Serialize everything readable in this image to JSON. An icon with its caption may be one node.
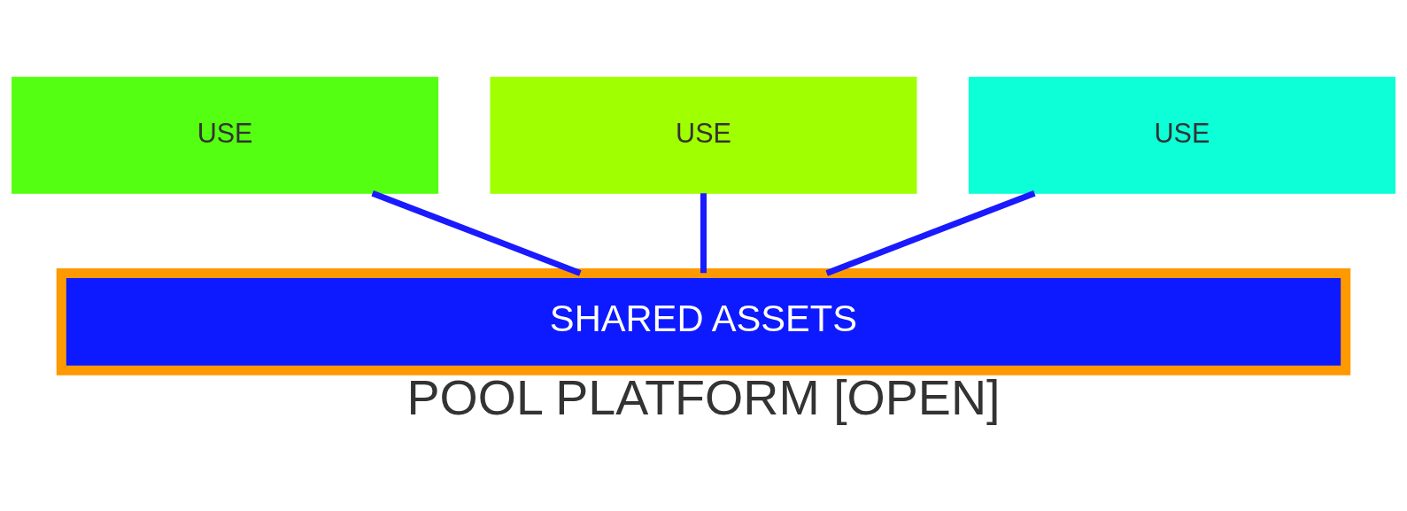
{
  "diagram": {
    "caption": "POOL PLATFORM [OPEN]",
    "nodes": [
      {
        "text": [
          "USE"
        ]
      },
      {
        "text": [
          "USE"
        ]
      },
      {
        "text": [
          "USE"
        ]
      },
      {
        "text": [
          "SHARED ASSETS"
        ]
      }
    ],
    "edges": [
      {
        "from": 0,
        "to": 3,
        "arrow": "none"
      },
      {
        "from": 1,
        "to": 3,
        "arrow": "none"
      },
      {
        "from": 2,
        "to": 3,
        "arrow": "none"
      }
    ]
  }
}
